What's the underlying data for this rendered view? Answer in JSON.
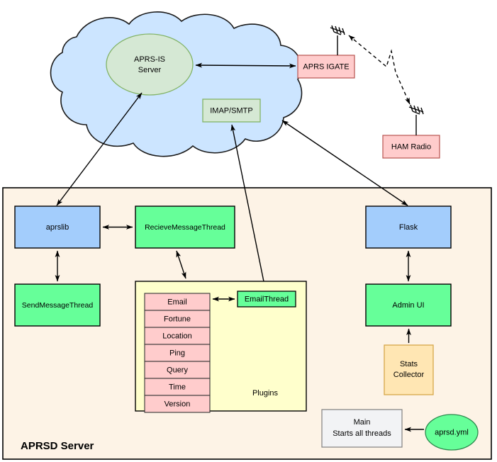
{
  "diagram": {
    "title": "APRSD Server",
    "colors": {
      "cloud_fill": "#CCE5FF",
      "cloud_stroke": "#1A1A1A",
      "ellipse_fill": "#D5E8D4",
      "ellipse_stroke": "#82B366",
      "green_light_fill": "#D5E8D4",
      "green_light_stroke": "#82B366",
      "pink_fill": "#FFCCCC",
      "pink_stroke": "#B85450",
      "blue_fill": "#A3CDFC",
      "blue_stroke": "#000000",
      "green_fill": "#66FF99",
      "green_stroke": "#000000",
      "yellow_fill": "#FFFFCC",
      "yellow_stroke": "#000000",
      "orange_fill": "#FFE6B3",
      "orange_stroke": "#D6A74A",
      "grey_fill": "#F2F3F5",
      "grey_stroke": "#808080",
      "container_fill": "#FDF3E6",
      "container_stroke": "#000000",
      "edge_stroke": "#000000"
    },
    "cloud": {
      "name": "internet-cloud"
    },
    "internet_nodes": [
      {
        "id": "aprs-is-server",
        "label_line1": "APRS-IS",
        "label_line2": "Server",
        "shape": "ellipse"
      },
      {
        "id": "imap-smtp",
        "label": "IMAP/SMTP",
        "shape": "rect"
      }
    ],
    "radio_nodes": [
      {
        "id": "aprs-igate",
        "label": "APRS IGATE"
      },
      {
        "id": "ham-radio",
        "label": "HAM Radio"
      }
    ],
    "server_nodes": [
      {
        "id": "aprslib",
        "label": "aprslib"
      },
      {
        "id": "recieve-message-thread",
        "label": "RecieveMessageThread"
      },
      {
        "id": "flask",
        "label": "Flask"
      },
      {
        "id": "send-message-thread",
        "label": "SendMessageThread"
      },
      {
        "id": "admin-ui",
        "label": "Admin UI"
      },
      {
        "id": "email-thread",
        "label": "EmailThread"
      },
      {
        "id": "stats-collector",
        "label_line1": "Stats",
        "label_line2": "Collector"
      },
      {
        "id": "main",
        "label_line1": "Main",
        "label_line2": "Starts all threads"
      },
      {
        "id": "aprsd-yml",
        "label": "aprsd.yml"
      }
    ],
    "plugins_group": {
      "label": "Plugins",
      "items": [
        {
          "label": "Email"
        },
        {
          "label": "Fortune"
        },
        {
          "label": "Location"
        },
        {
          "label": "Ping"
        },
        {
          "label": "Query"
        },
        {
          "label": "Time"
        },
        {
          "label": "Version"
        }
      ]
    }
  }
}
